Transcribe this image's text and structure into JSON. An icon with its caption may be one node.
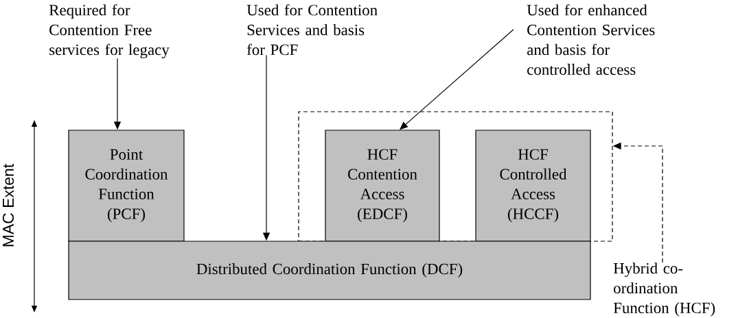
{
  "diagram": {
    "nodes": [
      {
        "text": [
          "Required for Contention Free services for legacy"
        ]
      },
      {
        "text": [
          "Used for Contention Services and basis for PCF"
        ]
      },
      {
        "text": [
          "Used for enhanced Contention Services and basis for controlled access"
        ]
      },
      {
        "text": [
          "Point Coordination Function (PCF)"
        ]
      },
      {
        "text": [],
        "shape": "box"
      },
      {
        "text": [
          "HCF Contention Access (EDCF)"
        ],
        "in": 4
      },
      {
        "text": [
          "HCF Controlled Access (HCCF)"
        ],
        "in": 4
      },
      {
        "text": [
          "Distributed Coordination Function (DCF)"
        ]
      },
      {
        "text": [
          "Hybrid co-ordination Function (HCF)"
        ]
      }
    ],
    "edges": [
      {
        "from": 0,
        "to": 3,
        "arrow": "to"
      },
      {
        "from": 1,
        "to": 7,
        "arrow": "to"
      },
      {
        "from": 2,
        "to": 5,
        "arrow": "to"
      },
      {
        "from": 8,
        "to": 4,
        "arrow": "to",
        "style": "dashed"
      }
    ],
    "labels": [
      "MAC Extent"
    ]
  }
}
